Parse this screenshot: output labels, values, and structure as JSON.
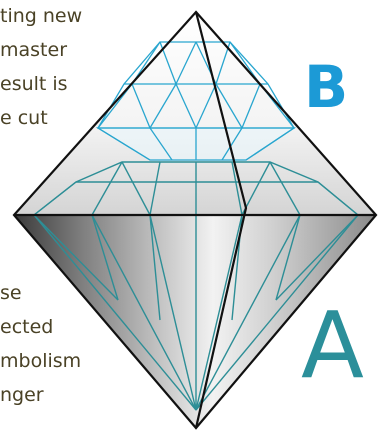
{
  "caption_upper": [
    {
      "text": "ting new"
    },
    {
      "text": "master"
    },
    {
      "text": "esult is"
    },
    {
      "text": "e cut"
    }
  ],
  "caption_lower": [
    {
      "text": "se"
    },
    {
      "text": "ected"
    },
    {
      "text": "mbolism"
    },
    {
      "text": "nger"
    }
  ],
  "labels": {
    "upper": "B",
    "lower": "A"
  },
  "colors": {
    "label_upper": "#1c9ad6",
    "label_lower": "#2b8f9a",
    "crown_lines": "#29a6cf",
    "pavilion_lines": "#2d8e96",
    "frame": "#111111",
    "text": "#4a4226"
  }
}
